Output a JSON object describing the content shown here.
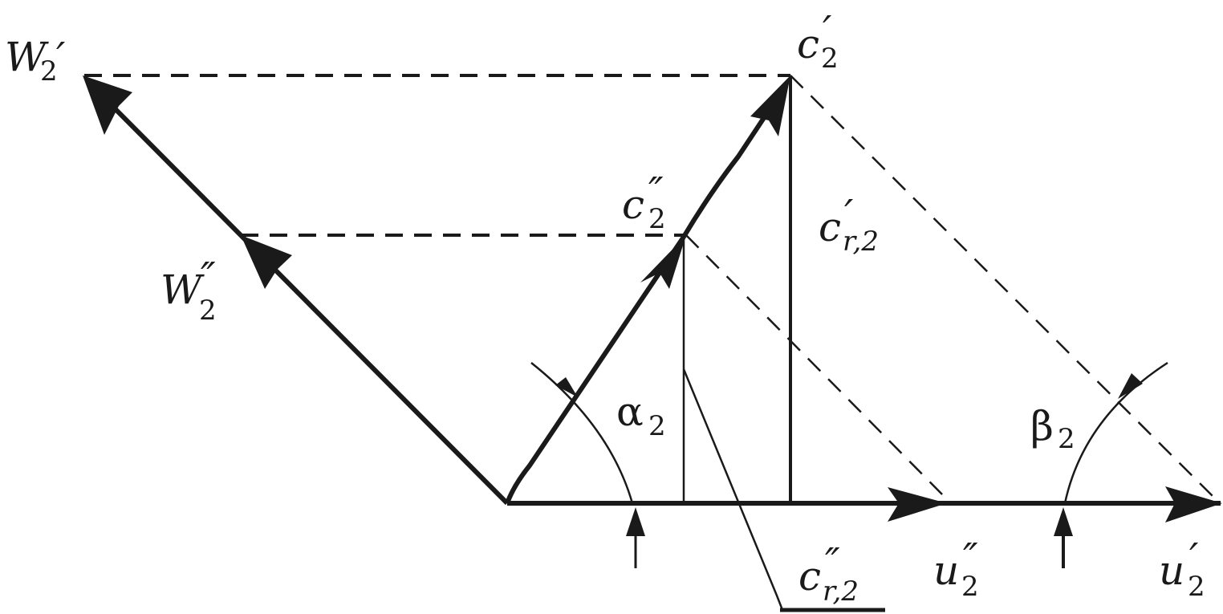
{
  "diagram": {
    "colors": {
      "ink": "#1a1a1a",
      "background": "#ffffff"
    },
    "labels": {
      "W2_prime": {
        "base": "W",
        "sub": "2",
        "prime": "′"
      },
      "W2_dprime": {
        "base": "W",
        "sub": "2",
        "prime": "″"
      },
      "c2_prime": {
        "base": "c",
        "sub": "2",
        "prime": "′"
      },
      "c2_dprime": {
        "base": "c",
        "sub": "2",
        "prime": "″"
      },
      "cr2_prime": {
        "base": "c",
        "sub": "r,2",
        "prime": "′"
      },
      "cr2_dprime": {
        "base": "c",
        "sub": "r,2",
        "prime": "″"
      },
      "u2_dprime": {
        "base": "u",
        "sub": "2",
        "prime": "″"
      },
      "u2_prime": {
        "base": "u",
        "sub": "2",
        "prime": "′"
      },
      "alpha2": {
        "base": "α",
        "sub": "2"
      },
      "beta2": {
        "base": "β",
        "sub": "2"
      }
    }
  }
}
